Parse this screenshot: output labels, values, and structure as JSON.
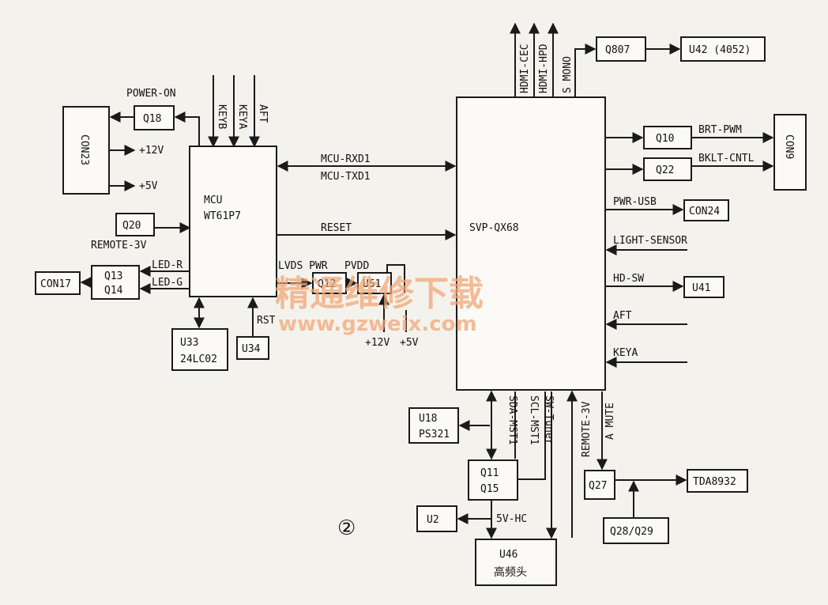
{
  "blocks": {
    "con23": "CON23",
    "q18": "Q18",
    "mcu_line1": "MCU",
    "mcu_line2": "WT61P7",
    "q20": "Q20",
    "q13": "Q13",
    "q14": "Q14",
    "con17": "CON17",
    "u33_line1": "U33",
    "u33_line2": "24LC02",
    "u34": "U34",
    "q12": "Q12",
    "u51": "U51",
    "svp_line1": "SVP-QX68",
    "q807": "Q807",
    "u42": "U42 (4052)",
    "q10": "Q10",
    "q22": "Q22",
    "con9": "CON9",
    "con24": "CON24",
    "u41": "U41",
    "u18_line1": "U18",
    "u18_line2": "PS321",
    "q11_line1": "Q11",
    "q11_line2": "Q15",
    "u2": "U2",
    "u46_line1": "U46",
    "u46_line2": "高频头",
    "q27": "Q27",
    "tda": "TDA8932",
    "q28": "Q28/Q29"
  },
  "signals": {
    "power_on": "POWER-ON",
    "p12v_a": "+12V",
    "p5v_a": "+5V",
    "keyb": "KEYB",
    "keya_top": "KEYA",
    "aft_top": "AFT",
    "remote_3v_left": "REMOTE-3V",
    "led_r": "LED-R",
    "led_g": "LED-G",
    "rst": "RST",
    "mcu_rxd1": "MCU-RXD1",
    "mcu_txd1": "MCU-TXD1",
    "reset": "RESET",
    "lvds_pwr": "LVDS PWR",
    "pvdd": "PVDD",
    "p12v_b": "+12V",
    "p5v_b": "+5V",
    "hdmi_cec": "HDMI-CEC",
    "hdmi_hpd": "HDMI-HPD",
    "s_mono": "S MONO",
    "brt_pwm": "BRT-PWM",
    "bklt_cntl": "BKLT-CNTL",
    "pwr_usb": "PWR-USB",
    "light_sensor": "LIGHT-SENSOR",
    "hd_sw": "HD-SW",
    "aft_right": "AFT",
    "keya_right": "KEYA",
    "sda_mst1": "SDA-MST1",
    "scl_mst1": "SCL-MST1",
    "sw_tuner": "SW-Tuner",
    "remote_3v_bottom": "REMOTE-3V",
    "a_mute": "A MUTE",
    "v5_hc": "5V-HC"
  },
  "figure_number": "②",
  "watermark": {
    "line1": "精通维修下载",
    "line2": "www.gzweix.com"
  }
}
